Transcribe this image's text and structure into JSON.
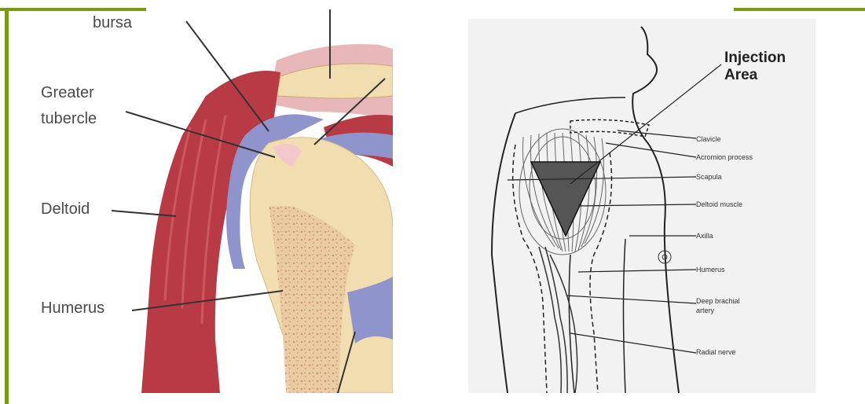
{
  "left_diagram": {
    "labels": {
      "bursa": "bursa",
      "greater_tubercle_1": "Greater",
      "greater_tubercle_2": "tubercle",
      "deltoid": "Deltoid",
      "humerus": "Humerus"
    },
    "colors": {
      "muscle": "#b83a44",
      "bone": "#f1ddb0",
      "cartilage": "#8f95cc"
    }
  },
  "right_diagram": {
    "title_line1": "Injection",
    "title_line2": "Area",
    "labels": {
      "clavicle": "Clavicle",
      "acromion": "Acromion process",
      "scapula": "Scapula",
      "deltoid_muscle": "Deltoid muscle",
      "axilla": "Axilla",
      "humerus": "Humerus",
      "deep_brachial_1": "Deep brachial",
      "deep_brachial_2": "artery",
      "radial_nerve": "Radial nerve"
    }
  },
  "frame": {
    "accent_color": "#7a9a12"
  }
}
